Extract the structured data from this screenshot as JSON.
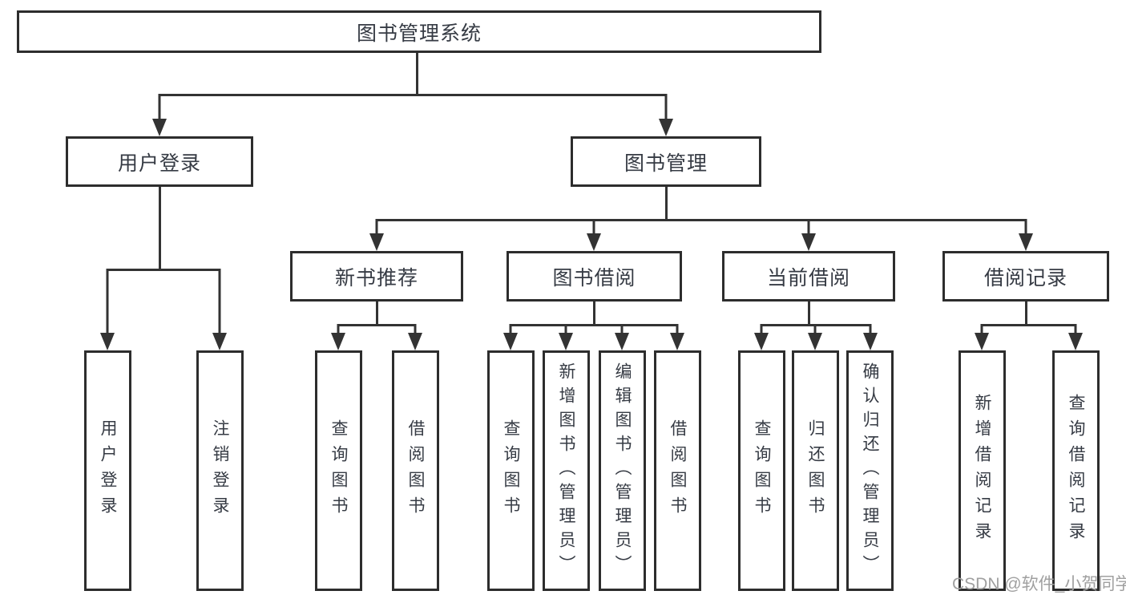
{
  "colors": {
    "line": "#333333",
    "border": "#2d2d2d",
    "text": "#363b44",
    "watermark": "#a0a0a0",
    "background": "#ffffff"
  },
  "watermark": {
    "text": "CSDN @软件_小贺同学"
  },
  "tree": {
    "root": {
      "label": "图书管理系统"
    },
    "branches": [
      {
        "label": "用户登录",
        "leaves": [
          "用户登录",
          "注销登录"
        ]
      },
      {
        "label": "图书管理",
        "groups": [
          {
            "label": "新书推荐",
            "leaves": [
              "查询图书",
              "借阅图书"
            ]
          },
          {
            "label": "图书借阅",
            "leaves": [
              "查询图书",
              "新增图书（管理员）",
              "编辑图书（管理员）",
              "借阅图书"
            ]
          },
          {
            "label": "当前借阅",
            "leaves": [
              "查询图书",
              "归还图书",
              "确认归还（管理员）"
            ]
          },
          {
            "label": "借阅记录",
            "leaves": [
              "新增借阅记录",
              "查询借阅记录"
            ]
          }
        ]
      }
    ]
  }
}
